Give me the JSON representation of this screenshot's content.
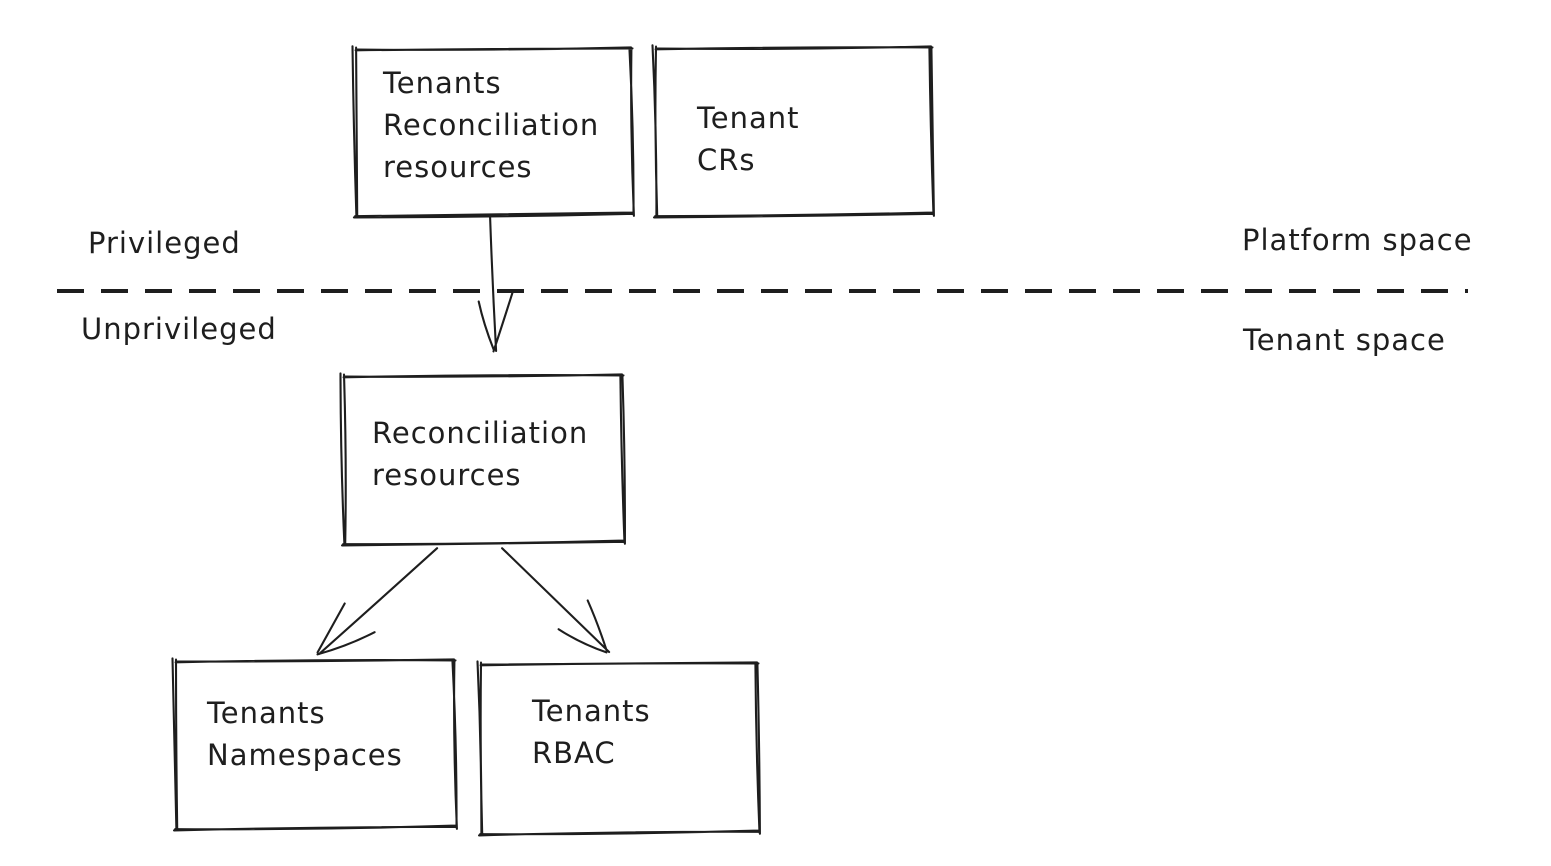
{
  "colors": {
    "stroke": "#1e1e1e",
    "background": "#ffffff"
  },
  "diagram": {
    "boxes": [
      {
        "id": "tenants-reconciliation-resources",
        "label": "Tenants\nReconciliation\nresources"
      },
      {
        "id": "tenant-crs",
        "label": "Tenant\nCRs"
      },
      {
        "id": "reconciliation-resources",
        "label": "Reconciliation\nresources"
      },
      {
        "id": "tenants-namespaces",
        "label": "Tenants\nNamespaces"
      },
      {
        "id": "tenants-rbac",
        "label": "Tenants\nRBAC"
      }
    ],
    "edges": [
      {
        "from": "tenants-reconciliation-resources",
        "to": "reconciliation-resources"
      },
      {
        "from": "reconciliation-resources",
        "to": "tenants-namespaces"
      },
      {
        "from": "reconciliation-resources",
        "to": "tenants-rbac"
      }
    ],
    "divider": {
      "above_left": "Privileged",
      "above_right": "Platform space",
      "below_left": "Unprivileged",
      "below_right": "Tenant space"
    }
  }
}
